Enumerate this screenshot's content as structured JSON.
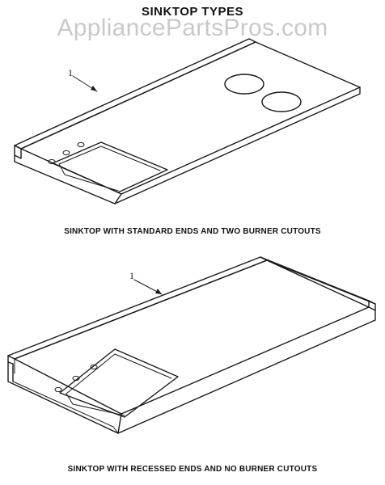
{
  "page": {
    "title": "SINKTOP TYPES",
    "watermark": "AppliancePartsPros.com"
  },
  "figures": [
    {
      "callout": "1",
      "caption": "SINKTOP WITH STANDARD ENDS AND TWO BURNER CUTOUTS"
    },
    {
      "callout": "1",
      "caption": "SINKTOP WITH RECESSED ENDS AND NO BURNER CUTOUTS"
    }
  ]
}
